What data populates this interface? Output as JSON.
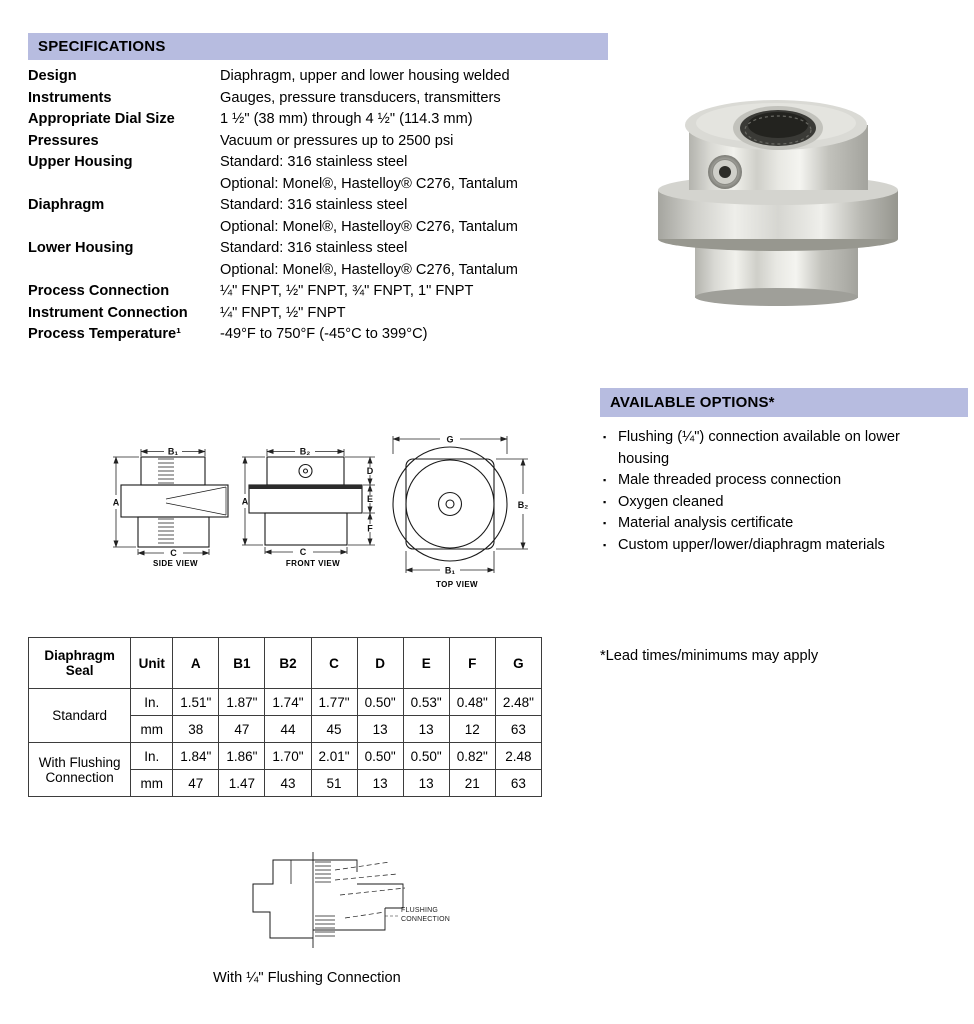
{
  "colors": {
    "section_header_bg": "#b7bce0",
    "text": "#000000",
    "table_border": "#3d3d3d"
  },
  "specifications": {
    "title": "SPECIFICATIONS",
    "rows": [
      {
        "label": "Design",
        "value": "Diaphragm, upper and lower housing welded"
      },
      {
        "label": "Instruments",
        "value": "Gauges, pressure transducers, transmitters"
      },
      {
        "label": "Appropriate Dial Size",
        "value": "1 ½\" (38 mm) through 4 ½\" (114.3 mm)"
      },
      {
        "label": "Pressures",
        "value": "Vacuum or pressures up to 2500 psi"
      },
      {
        "label": "Upper Housing",
        "value": "Standard:  316 stainless steel"
      },
      {
        "label": "",
        "value": "Optional:  Monel®, Hastelloy® C276, Tantalum"
      },
      {
        "label": "Diaphragm",
        "value": "Standard:  316 stainless steel"
      },
      {
        "label": "",
        "value": "Optional:  Monel®, Hastelloy® C276, Tantalum"
      },
      {
        "label": "Lower Housing",
        "value": "Standard:  316 stainless steel"
      },
      {
        "label": "",
        "value": "Optional:  Monel®, Hastelloy® C276, Tantalum"
      },
      {
        "label": "Process Connection",
        "value": "¼\" FNPT, ½\" FNPT, ¾\" FNPT, 1\" FNPT"
      },
      {
        "label": "Instrument Connection",
        "value": "¼\" FNPT, ½\" FNPT"
      },
      {
        "label": "Process Temperature¹",
        "value": "-49°F to 750°F (-45°C to 399°C)"
      }
    ]
  },
  "available_options": {
    "title": "AVAILABLE OPTIONS*",
    "bullet": "▪",
    "items": [
      "Flushing (¼\") connection available on lower housing",
      "Male threaded process connection",
      "Oxygen cleaned",
      "Material analysis certificate",
      "Custom upper/lower/diaphragm materials"
    ],
    "footnote": "*Lead times/minimums may apply"
  },
  "drawings": {
    "side_view": {
      "caption": "SIDE VIEW",
      "dims": {
        "top": "B₁",
        "left": "A",
        "bottom": "C"
      }
    },
    "front_view": {
      "caption": "FRONT VIEW",
      "dims": {
        "top": "B₂",
        "left": "A",
        "bottom": "C",
        "right_top": "D",
        "right_mid": "E",
        "right_bottom": "F"
      }
    },
    "top_view": {
      "caption": "TOP VIEW",
      "dims": {
        "top": "G",
        "right": "B₂",
        "bottom": "B₁"
      }
    },
    "flushing_view": {
      "callout_line1": "FLUSHING",
      "callout_line2": "CONNECTION",
      "caption": "With ¼\" Flushing Connection"
    }
  },
  "dims_table": {
    "header": [
      "Diaphragm Seal",
      "Unit",
      "A",
      "B1",
      "B2",
      "C",
      "D",
      "E",
      "F",
      "G"
    ],
    "groups": [
      {
        "label": "Standard",
        "rows": [
          {
            "unit": "In.",
            "values": [
              "1.51\"",
              "1.87\"",
              "1.74\"",
              "1.77\"",
              "0.50\"",
              "0.53\"",
              "0.48\"",
              "2.48\""
            ]
          },
          {
            "unit": "mm",
            "values": [
              "38",
              "47",
              "44",
              "45",
              "13",
              "13",
              "12",
              "63"
            ]
          }
        ]
      },
      {
        "label": "With Flushing Connection",
        "rows": [
          {
            "unit": "In.",
            "values": [
              "1.84\"",
              "1.86\"",
              "1.70\"",
              "2.01\"",
              "0.50\"",
              "0.50\"",
              "0.82\"",
              "2.48"
            ]
          },
          {
            "unit": "mm",
            "values": [
              "47",
              "1.47",
              "43",
              "51",
              "13",
              "13",
              "21",
              "63"
            ]
          }
        ]
      }
    ]
  }
}
